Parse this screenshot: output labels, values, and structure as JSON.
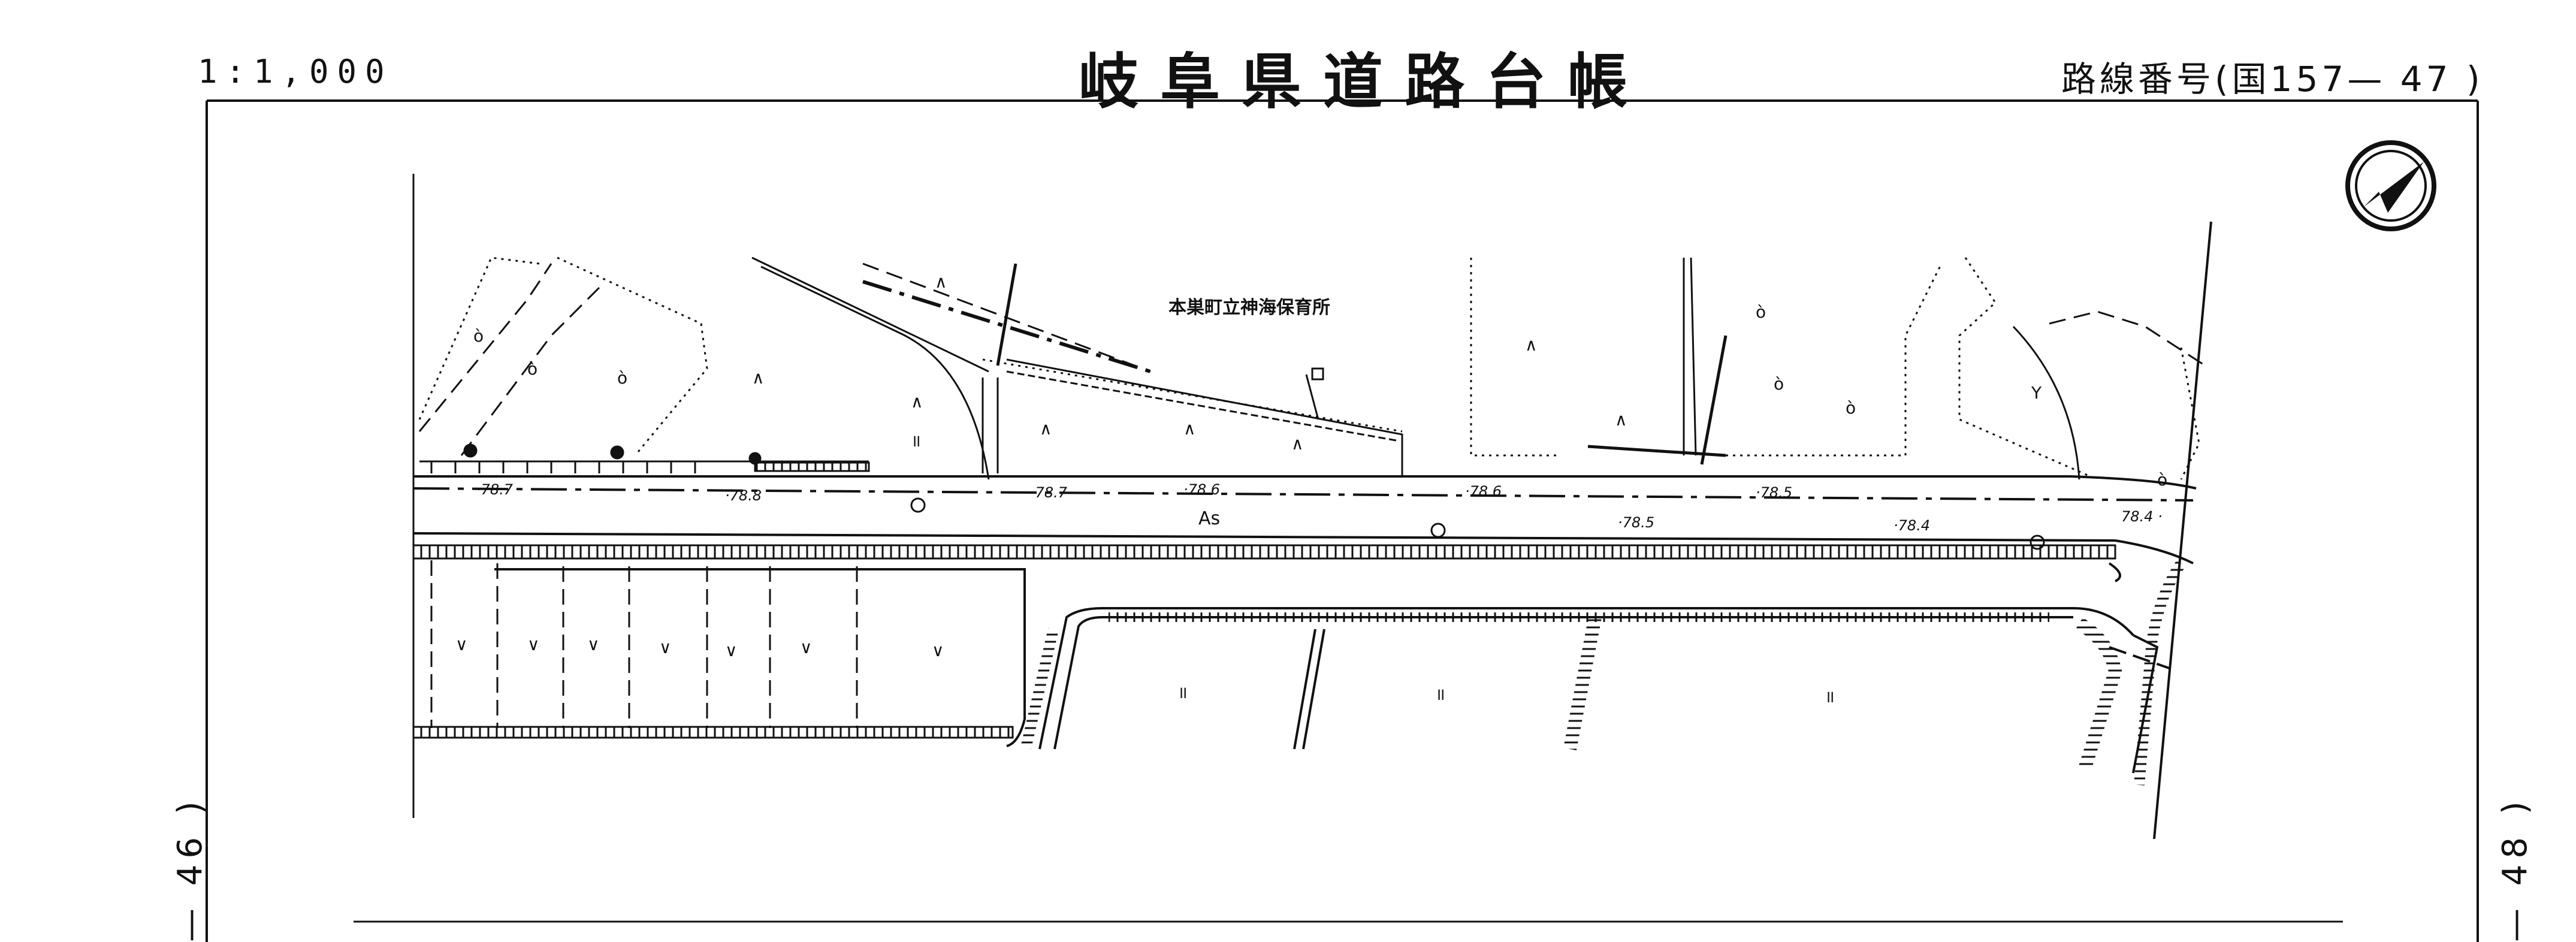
{
  "header": {
    "scale": "1:1,000",
    "title": "岐阜県道路台帳",
    "route_number": "路線番号(国157— 47 )"
  },
  "side_refs": {
    "left": "— 46 )",
    "right": "— 48 )"
  },
  "map": {
    "facility_label": "本巣町立神海保育所",
    "pavement_label": "As",
    "elevations": [
      "·78.7",
      "·78.8",
      "·78.7",
      "·78.6",
      "·78.6",
      "·78.5",
      "·78.5",
      "·78.4",
      "78.4 ·"
    ],
    "landuse_symbols": {
      "orchard": "ò",
      "field": "∧",
      "paddy": "॥",
      "dry_field": "∨",
      "mulberry": "Y"
    },
    "north_arrow_icon": "north-arrow-icon"
  }
}
